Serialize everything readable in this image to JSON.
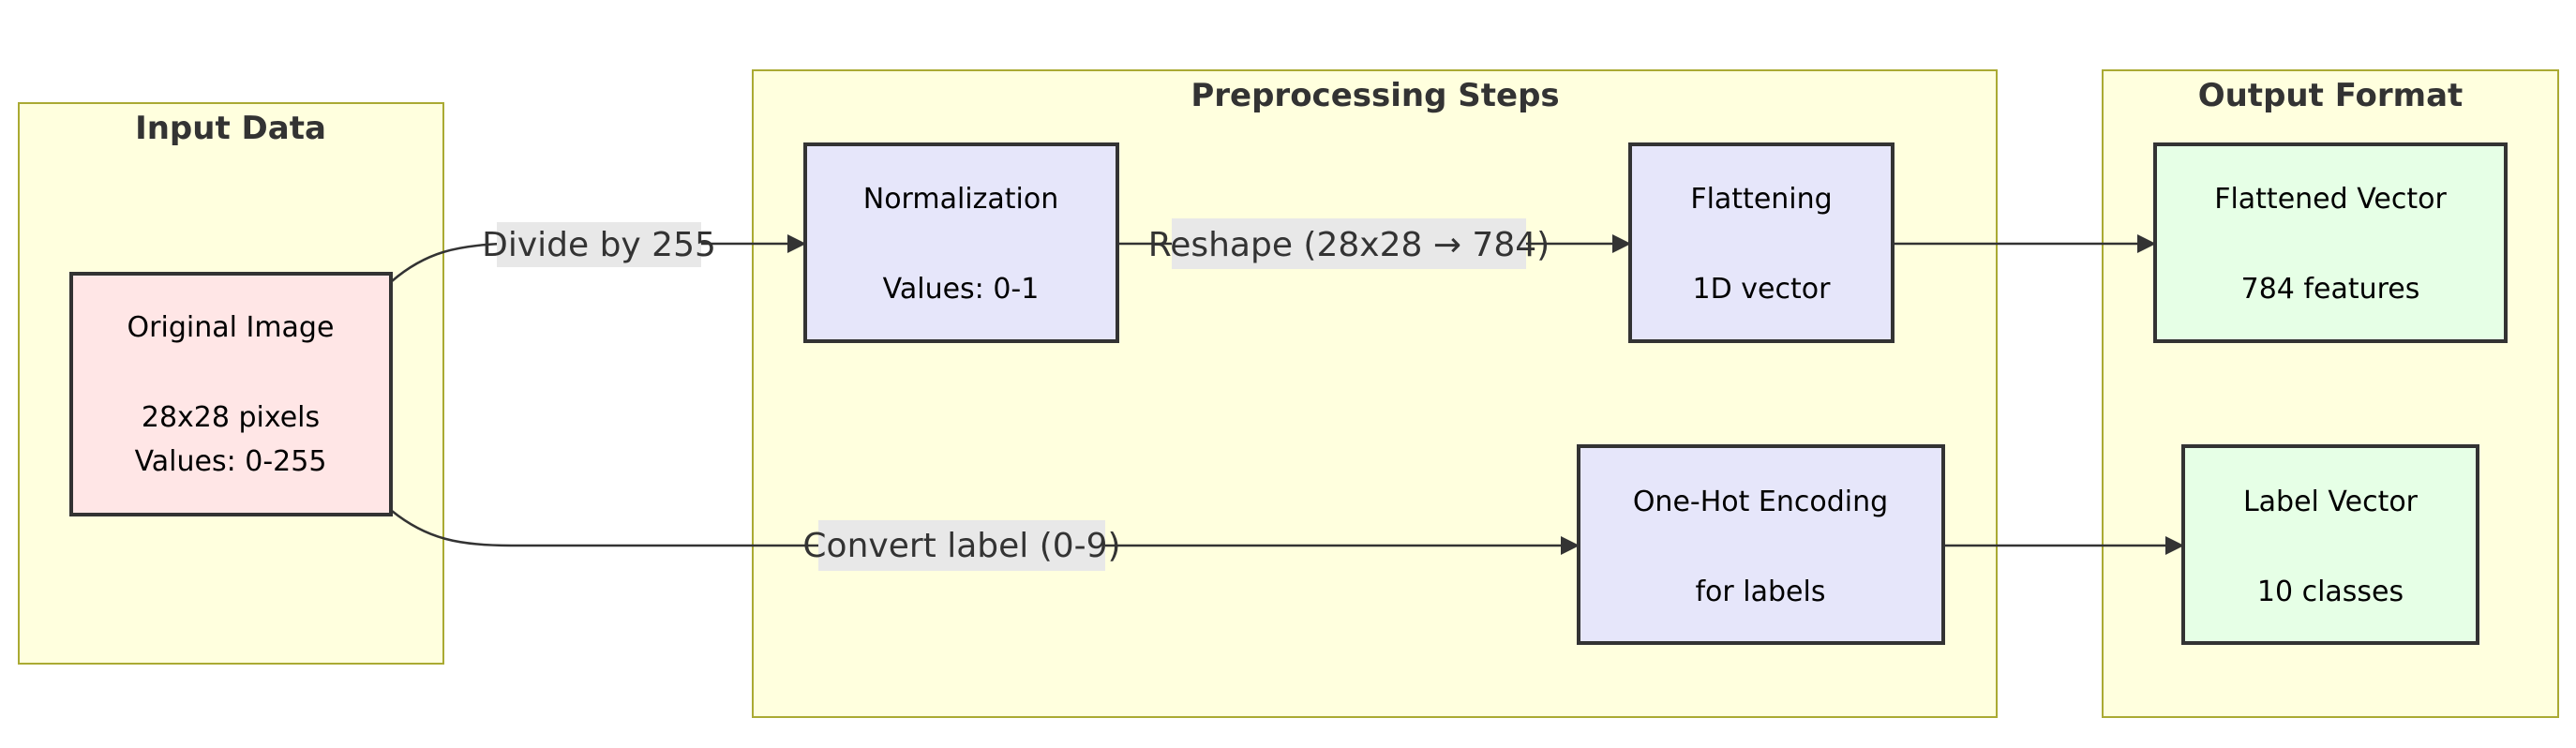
{
  "colors": {
    "cluster_fill": "#ffffde",
    "cluster_stroke": "#aaaa33",
    "input_node_fill": "#ffe6e6",
    "process_node_fill": "#e6e6fa",
    "output_node_fill": "#e6ffe6",
    "node_stroke": "#333333",
    "edge_stroke": "#333333",
    "edge_label_bg": "#e8e8e8"
  },
  "clusters": {
    "input": {
      "title": "Input Data"
    },
    "preprocessing": {
      "title": "Preprocessing Steps"
    },
    "output": {
      "title": "Output Format"
    }
  },
  "nodes": {
    "original_image": {
      "line1": "Original Image",
      "line2": "28x28 pixels",
      "line3": "Values: 0-255"
    },
    "normalization": {
      "line1": "Normalization",
      "line2": "Values: 0-1"
    },
    "flattening": {
      "line1": "Flattening",
      "line2": "1D vector"
    },
    "one_hot": {
      "line1": "One-Hot Encoding",
      "line2": "for labels"
    },
    "flattened_vector": {
      "line1": "Flattened Vector",
      "line2": "784 features"
    },
    "label_vector": {
      "line1": "Label Vector",
      "line2": "10 classes"
    }
  },
  "edges": {
    "divide": {
      "label": "Divide by 255"
    },
    "reshape": {
      "label": "Reshape (28x28 → 784)"
    },
    "convert": {
      "label": "Convert label (0-9)"
    }
  }
}
